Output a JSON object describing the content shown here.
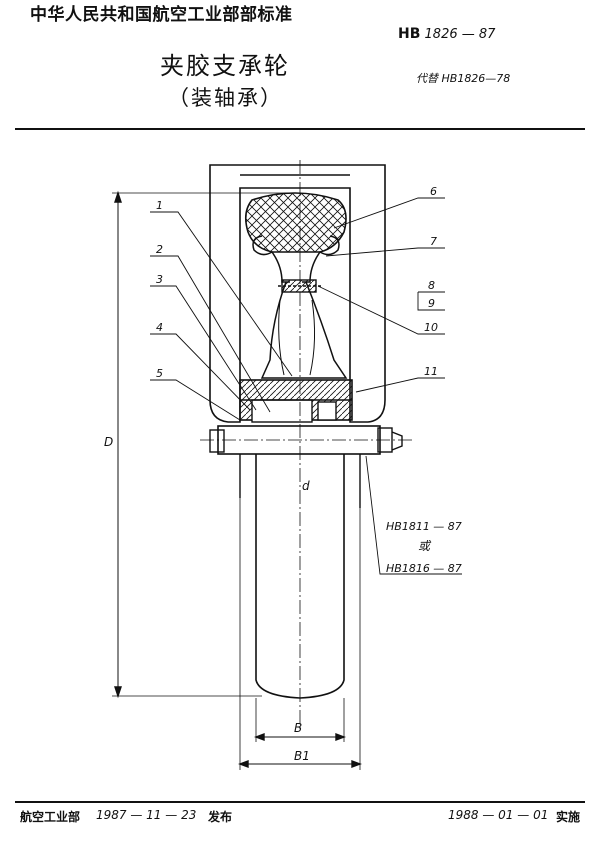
{
  "header": {
    "organization": "中华人民共和国航空工业部部标准",
    "standard_prefix": "HB",
    "standard_number": "1826 — 87",
    "title": "夹胶支承轮",
    "subtitle": "（装轴承）",
    "replaces": "代替 HB1826—78"
  },
  "drawing": {
    "callouts": [
      "1",
      "2",
      "3",
      "4",
      "5",
      "6",
      "7",
      "8",
      "9",
      "10",
      "11"
    ],
    "dim_D": "D",
    "dim_d": "d",
    "dim_B": "B",
    "dim_B1": "B1",
    "ref_standard_1": "HB1811 — 87",
    "ref_or": "或",
    "ref_standard_2": "HB1816 — 87"
  },
  "footer": {
    "issuer": "航空工业部",
    "issue_date": "1987 — 11 — 23",
    "issue_label": "发布",
    "effective_date": "1988 — 01 — 01",
    "effective_label": "实施"
  }
}
